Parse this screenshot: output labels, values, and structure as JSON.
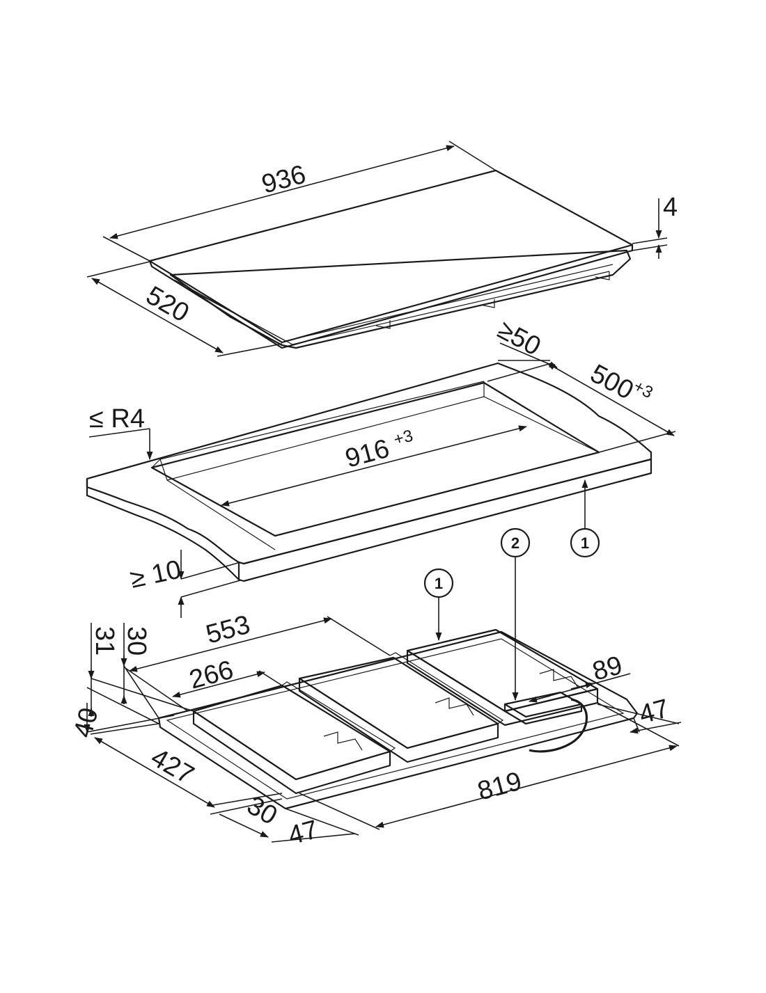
{
  "colors": {
    "glass": "#b4b4b4",
    "worktop": "#e8e8e8",
    "unit_top": "#efefef",
    "unit_side": "#d2d2d2",
    "frame": "#c9c9c9",
    "ink": "#1a1a1a",
    "background": "#ffffff"
  },
  "hob": {
    "width": "936",
    "depth": "520",
    "thickness": "4"
  },
  "cutout": {
    "min_distance": "≥50",
    "depth": "500",
    "depth_tol": "+3",
    "width": "916",
    "width_tol": "+3",
    "corner_radius": "≤ R4",
    "min_thickness": "≥ 10"
  },
  "underside": {
    "dim_553": "553",
    "dim_266": "266",
    "dim_31": "31",
    "dim_30_top": "30",
    "dim_40": "40",
    "dim_427": "427",
    "dim_30_front": "30",
    "dim_47_front": "47",
    "dim_819": "819",
    "dim_89": "89",
    "dim_47_right": "47"
  },
  "callouts": {
    "worktop": "1",
    "unit": "1",
    "connection": "2"
  }
}
